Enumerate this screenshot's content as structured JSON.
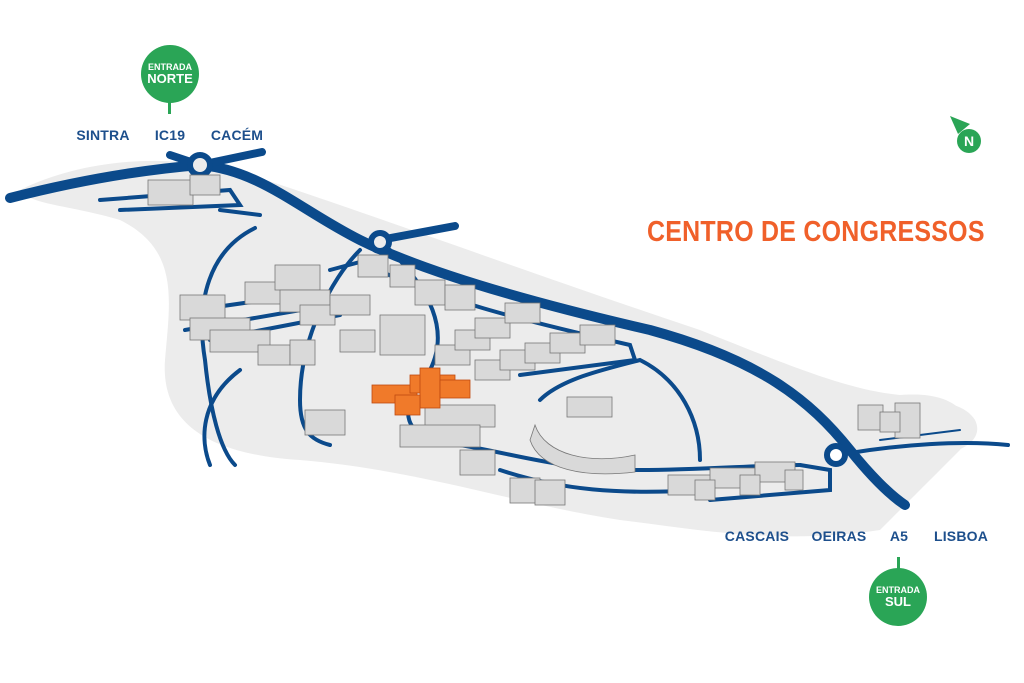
{
  "title": "CENTRO DE CONGRESSOS",
  "north_entrance": {
    "line1": "ENTRADA",
    "line2": "NORTE"
  },
  "south_entrance": {
    "line1": "ENTRADA",
    "line2": "SUL"
  },
  "north_destinations": [
    "SINTRA",
    "IC19",
    "CACÉM"
  ],
  "south_destinations": [
    "CASCAIS",
    "OEIRAS",
    "A5",
    "LISBOA"
  ],
  "compass": {
    "label": "N",
    "icon": "north-arrow-icon"
  },
  "colors": {
    "road": "#0b4a8b",
    "label": "#1d4f8c",
    "entrance": "#2aa556",
    "highlight": "#f0602a",
    "campus": "#ececec"
  }
}
